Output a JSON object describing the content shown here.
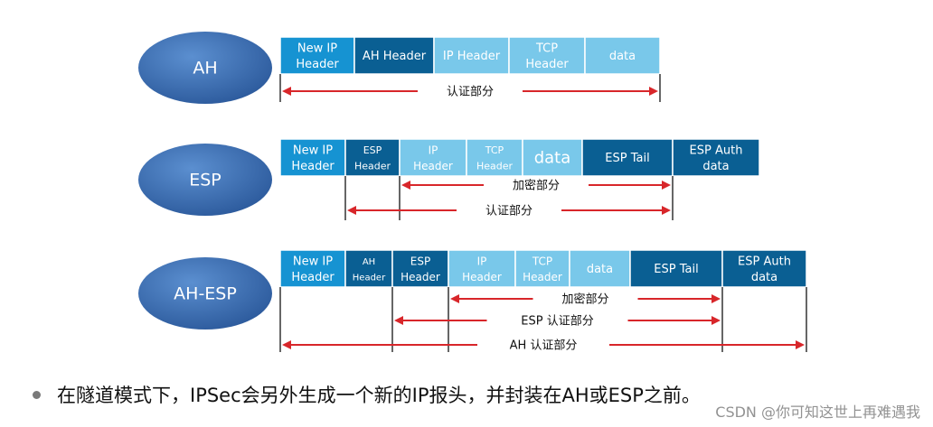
{
  "colors": {
    "light": "#79c8ea",
    "mid": "#1693d2",
    "dark": "#0a5f93",
    "arrow": "#d8262a",
    "ellipse": "#3f70b6"
  },
  "rows": [
    {
      "label": "AH",
      "fields": [
        {
          "line1": "New IP",
          "line2": "Header",
          "tone": "mid"
        },
        {
          "line1": "AH Header",
          "line2": "",
          "tone": "dark"
        },
        {
          "line1": "IP Header",
          "line2": "",
          "tone": "light"
        },
        {
          "line1": "TCP",
          "line2": "Header",
          "tone": "light"
        },
        {
          "line1": "data",
          "line2": "",
          "tone": "light"
        }
      ],
      "spans": [
        {
          "label": "认证部分",
          "from": 0,
          "to": 5
        }
      ]
    },
    {
      "label": "ESP",
      "fields": [
        {
          "line1": "New IP",
          "line2": "Header",
          "tone": "mid"
        },
        {
          "line1": "ESP",
          "line2": "Header",
          "tone": "dark"
        },
        {
          "line1": "IP",
          "line2": "Header",
          "tone": "light"
        },
        {
          "line1": "TCP",
          "line2": "Header",
          "tone": "light"
        },
        {
          "line1": "data",
          "line2": "",
          "tone": "light"
        },
        {
          "line1": "ESP Tail",
          "line2": "",
          "tone": "dark"
        },
        {
          "line1": "ESP Auth",
          "line2": "data",
          "tone": "dark"
        }
      ],
      "spans": [
        {
          "label": "加密部分",
          "from": 2,
          "to": 6
        },
        {
          "label": "认证部分",
          "from": 1,
          "to": 6
        }
      ]
    },
    {
      "label": "AH-ESP",
      "fields": [
        {
          "line1": "New IP",
          "line2": "Header",
          "tone": "mid"
        },
        {
          "line1": "AH",
          "line2": "Header",
          "tone": "dark"
        },
        {
          "line1": "ESP",
          "line2": "Header",
          "tone": "dark"
        },
        {
          "line1": "IP",
          "line2": "Header",
          "tone": "light"
        },
        {
          "line1": "TCP",
          "line2": "Header",
          "tone": "light"
        },
        {
          "line1": "data",
          "line2": "",
          "tone": "light"
        },
        {
          "line1": "ESP Tail",
          "line2": "",
          "tone": "dark"
        },
        {
          "line1": "ESP Auth",
          "line2": "data",
          "tone": "dark"
        }
      ],
      "spans": [
        {
          "label": "加密部分",
          "from": 3,
          "to": 7
        },
        {
          "label": "ESP 认证部分",
          "from": 2,
          "to": 7
        },
        {
          "label": "AH 认证部分",
          "from": 0,
          "to": 8
        }
      ]
    }
  ],
  "bullet": "在隧道模式下，IPSec会另外生成一个新的IP报头，并封装在AH或ESP之前。",
  "watermark": "CSDN @你可知这世上再难遇我"
}
